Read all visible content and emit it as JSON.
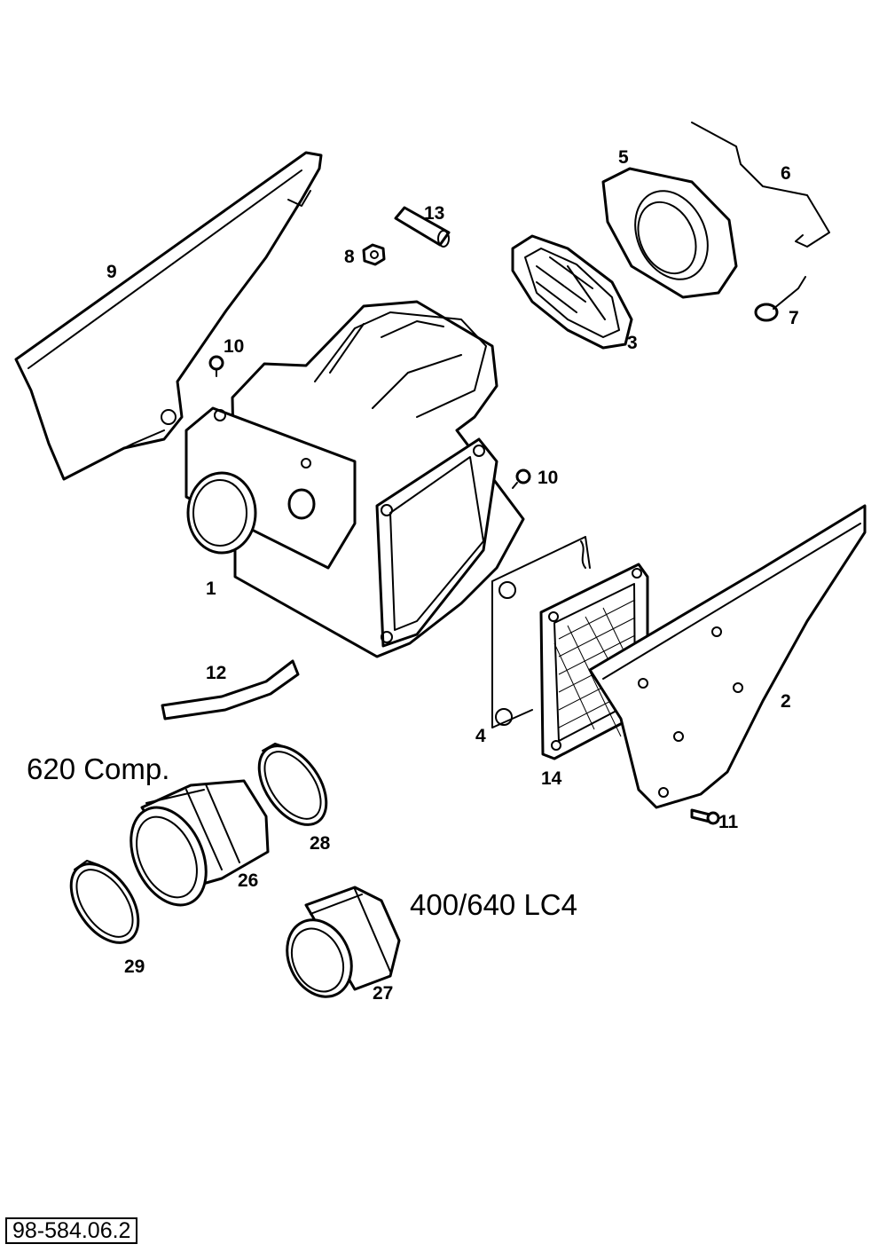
{
  "diagram": {
    "callouts": [
      "1",
      "2",
      "3",
      "4",
      "5",
      "6",
      "7",
      "8",
      "9",
      "10",
      "10",
      "11",
      "12",
      "13",
      "14",
      "26",
      "27",
      "28",
      "29"
    ],
    "model_labels": {
      "comp": "620 Comp.",
      "lc4": "400/640 LC4"
    },
    "document_number": "98-584.06.2"
  }
}
